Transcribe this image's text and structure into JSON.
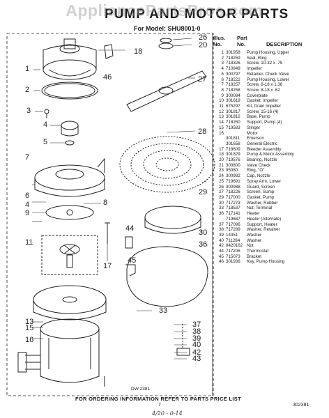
{
  "watermark": "AppliancePartsPros.com",
  "title": "PUMP AND MOTOR PARTS",
  "subtitle": "For Model: SHU8001-0",
  "table": {
    "headers": {
      "illus": "Illus.\nNo.",
      "part": "Part\nNo.",
      "description": "DESCRIPTION"
    },
    "rows": [
      {
        "n": "1",
        "p": "301958",
        "d": "Pump Housing, Upper"
      },
      {
        "n": "2",
        "p": "718259",
        "d": "Seal, Ring"
      },
      {
        "n": "3",
        "p": "718326",
        "d": "Screw, 10-32 x .75"
      },
      {
        "n": "4",
        "p": "710949",
        "d": "Impeller"
      },
      {
        "n": "5",
        "p": "300797",
        "d": "Retainer, Check Valve"
      },
      {
        "n": "6",
        "p": "718222",
        "d": "Pump Housing, Lower"
      },
      {
        "n": "7",
        "p": "718257",
        "d": "Screw, 8-18 x 1.38"
      },
      {
        "n": "8",
        "p": "718258",
        "d": "Screw, 8-18 x .62"
      },
      {
        "n": "9",
        "p": "300084",
        "d": "Coverplate"
      },
      {
        "n": "10",
        "p": "301619",
        "d": "Gasket, Impeller"
      },
      {
        "n": "11",
        "p": "675297",
        "d": "Kit, Drain Impeller"
      },
      {
        "n": "12",
        "p": "301817",
        "d": "Screw, 15-16 (4)"
      },
      {
        "n": "13",
        "p": "301812",
        "d": "Base, Pump"
      },
      {
        "n": "14",
        "p": "718260",
        "d": "Support, Pump (4)"
      },
      {
        "n": "15",
        "p": "719583",
        "d": "Slinger"
      },
      {
        "n": "16",
        "p": "",
        "d": "Motor"
      },
      {
        "n": "",
        "p": "301811",
        "d": "Emerson"
      },
      {
        "n": "",
        "p": "301658",
        "d": "General Electric"
      },
      {
        "n": "17",
        "p": "718609",
        "d": "Bleeder Assembly"
      },
      {
        "n": "18",
        "p": "301829",
        "d": "Pump & Motor Assembly"
      },
      {
        "n": "20",
        "p": "719576",
        "d": "Bearing, Nozzle"
      },
      {
        "n": "21",
        "p": "300800",
        "d": "Valve Check"
      },
      {
        "n": "23",
        "p": "95080",
        "d": "Ring, \"O\""
      },
      {
        "n": "24",
        "p": "300992",
        "d": "Cap, Nozzle"
      },
      {
        "n": "25",
        "p": "719691",
        "d": "Spray Arm, Lower"
      },
      {
        "n": "26",
        "p": "300988",
        "d": "Guard, Screen"
      },
      {
        "n": "27",
        "p": "718226",
        "d": "Screen, Sump"
      },
      {
        "n": "29",
        "p": "717000",
        "d": "Gasket, Pump"
      },
      {
        "n": "30",
        "p": "717273",
        "d": "Washer, Rubber"
      },
      {
        "n": "33",
        "p": "718537",
        "d": "Nut, Terminal"
      },
      {
        "n": "36",
        "p": "717141",
        "d": "Heater"
      },
      {
        "n": "",
        "p": "719687",
        "d": "Heater (Alternate)"
      },
      {
        "n": "37",
        "p": "717096",
        "d": "Support, Heater"
      },
      {
        "n": "38",
        "p": "717289",
        "d": "Washer, Retainer"
      },
      {
        "n": "39",
        "p": "14351",
        "d": "Washer"
      },
      {
        "n": "40",
        "p": "711284",
        "d": "Washer"
      },
      {
        "n": "42",
        "p": "9420162",
        "d": "Nut"
      },
      {
        "n": "44",
        "p": "717206",
        "d": "Thermostat"
      },
      {
        "n": "45",
        "p": "715073",
        "d": "Bracket"
      },
      {
        "n": "46",
        "p": "301936",
        "d": "Key, Pump Housing"
      }
    ]
  },
  "callouts": [
    "1",
    "2",
    "3",
    "4",
    "5",
    "6",
    "7",
    "8",
    "9",
    "11",
    "13",
    "15",
    "16",
    "17",
    "18",
    "20",
    "26",
    "27",
    "28",
    "29",
    "30",
    "33",
    "36",
    "37",
    "38",
    "39",
    "40",
    "42",
    "43",
    "44",
    "45",
    "46"
  ],
  "figure_code": "DW 2381",
  "footer": "FOR ORDERING INFORMATION REFER TO PARTS PRICE LIST",
  "page_number": "7",
  "doc_number": "302381",
  "handwritten_note": "4/20 - 0-14"
}
